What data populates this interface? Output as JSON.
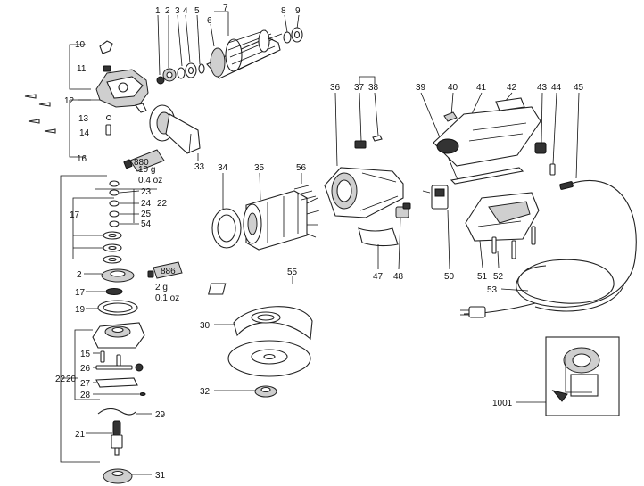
{
  "labels": {
    "p1": "1",
    "p2": "2",
    "p3": "3",
    "p4": "4",
    "p5": "5",
    "p6": "6",
    "p7": "7",
    "p8": "8",
    "p9": "9",
    "p10": "10",
    "p11": "11",
    "p12": "12",
    "p13": "13",
    "p14": "14",
    "p15": "15",
    "p16": "16",
    "p17": "17",
    "p19": "19",
    "p20": "20",
    "p21": "21",
    "p22": "22",
    "p23": "23",
    "p24": "24",
    "p25": "25",
    "p26": "26",
    "p27": "27",
    "p28": "28",
    "p29": "29",
    "p30": "30",
    "p31": "31",
    "p32": "32",
    "p33": "33",
    "p34": "34",
    "p35": "35",
    "p36": "36",
    "p37": "37",
    "p38": "38",
    "p39": "39",
    "p40": "40",
    "p41": "41",
    "p42": "42",
    "p43": "43",
    "p44": "44",
    "p45": "45",
    "p47": "47",
    "p48": "48",
    "p50": "50",
    "p51": "51",
    "p52": "52",
    "p53": "53",
    "p54": "54",
    "p55": "55",
    "p56": "56",
    "p1001": "1001"
  },
  "grease_top": {
    "tube_label": "880",
    "weight": "10 g",
    "ounces": "0.4 oz"
  },
  "grease_bottom": {
    "tube_label": "886",
    "weight": "2 g",
    "ounces": "0.1 oz"
  },
  "colors": {
    "line": "#222222",
    "background": "#ffffff"
  }
}
